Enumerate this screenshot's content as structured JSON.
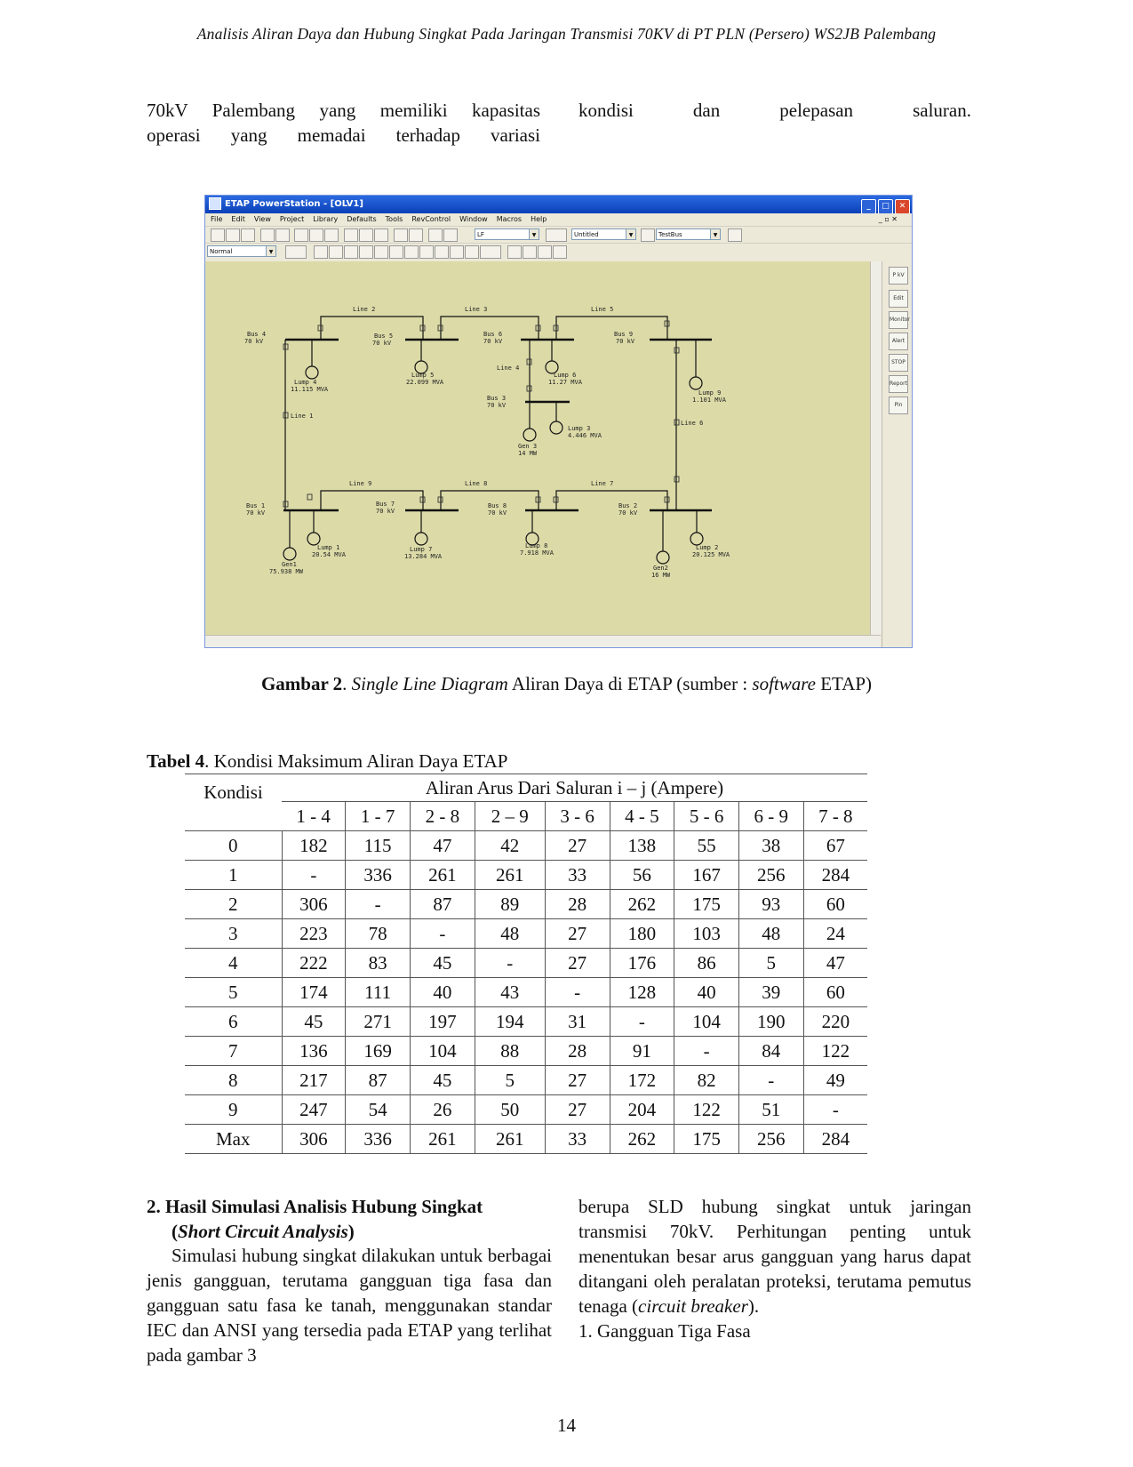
{
  "running_head": "Analisis Aliran Daya dan Hubung Singkat Pada Jaringan Transmisi 70KV di PT PLN (Persero) WS2JB Palembang",
  "intro_left_line1": "70kV Palembang yang memiliki kapasitas",
  "intro_left_line2": "operasi yang memadai terhadap variasi",
  "intro_right_line1": "kondisi dan pelepasan saluran.",
  "etap": {
    "title": "ETAP PowerStation - [OLV1]",
    "menu": [
      "File",
      "Edit",
      "View",
      "Project",
      "Library",
      "Defaults",
      "Tools",
      "RevControl",
      "Window",
      "Macros",
      "Help"
    ],
    "mode_select": "Normal",
    "combo_lf": "LF",
    "combo_untitled": "Untitled",
    "combo_testbus": "TestBus",
    "palette": [
      "P kV",
      "Edit",
      "Monitor",
      "Alert",
      "STOP",
      "Report",
      "Pin"
    ]
  },
  "sld": {
    "lines": [
      {
        "label": "Line 2"
      },
      {
        "label": "Line 3"
      },
      {
        "label": "Line 5"
      },
      {
        "label": "Line 4"
      },
      {
        "label": "Line 1"
      },
      {
        "label": "Line 6"
      },
      {
        "label": "Line 9"
      },
      {
        "label": "Line 8"
      },
      {
        "label": "Line 7"
      }
    ],
    "buses": [
      {
        "name": "Bus 4",
        "kv": "70 kV"
      },
      {
        "name": "Bus 5",
        "kv": "70 kV"
      },
      {
        "name": "Bus 6",
        "kv": "70 kV"
      },
      {
        "name": "Bus 9",
        "kv": "70 kV"
      },
      {
        "name": "Bus 3",
        "kv": "70 kV"
      },
      {
        "name": "Bus 1",
        "kv": "70 kV"
      },
      {
        "name": "Bus 7",
        "kv": "70 kV"
      },
      {
        "name": "Bus 8",
        "kv": "70 kV"
      },
      {
        "name": "Bus 2",
        "kv": "70 kV"
      }
    ],
    "loads": [
      {
        "name": "Lump 4",
        "val": "11.115 MVA"
      },
      {
        "name": "Lump 5",
        "val": "22.099 MVA"
      },
      {
        "name": "Lump 6",
        "val": "11.27 MVA"
      },
      {
        "name": "Lump 9",
        "val": "1.101 MVA"
      },
      {
        "name": "Lump 3",
        "val": "4.446 MVA"
      },
      {
        "name": "Lump 1",
        "val": "20.54 MVA"
      },
      {
        "name": "Lump 7",
        "val": "13.284 MVA"
      },
      {
        "name": "Lump 8",
        "val": "7.918 MVA"
      },
      {
        "name": "Lump 2",
        "val": "20.125 MVA"
      }
    ],
    "gens": [
      {
        "name": "Gen 3",
        "val": "14 MW"
      },
      {
        "name": "Gen1",
        "val": "75.938 MW"
      },
      {
        "name": "Gen2",
        "val": "16 MW"
      }
    ]
  },
  "figure_caption": {
    "label": "Gambar 2",
    "sep": ". ",
    "italic1": "Single Line Diagram",
    "mid": " Aliran Daya di ETAP (sumber : ",
    "italic2": "software",
    "end": " ETAP)"
  },
  "table_caption": {
    "label": "Tabel 4",
    "text": ". Kondisi Maksimum Aliran Daya ETAP"
  },
  "table": {
    "row_header": "Kondisi",
    "group_header": "Aliran Arus Dari Saluran i – j (Ampere)",
    "columns": [
      "1 - 4",
      "1 - 7",
      "2 - 8",
      "2 – 9",
      "3 - 6",
      "4 - 5",
      "5 - 6",
      "6 - 9",
      "7 - 8"
    ],
    "rows": [
      [
        "0",
        "182",
        "115",
        "47",
        "42",
        "27",
        "138",
        "55",
        "38",
        "67"
      ],
      [
        "1",
        "-",
        "336",
        "261",
        "261",
        "33",
        "56",
        "167",
        "256",
        "284"
      ],
      [
        "2",
        "306",
        "-",
        "87",
        "89",
        "28",
        "262",
        "175",
        "93",
        "60"
      ],
      [
        "3",
        "223",
        "78",
        "-",
        "48",
        "27",
        "180",
        "103",
        "48",
        "24"
      ],
      [
        "4",
        "222",
        "83",
        "45",
        "-",
        "27",
        "176",
        "86",
        "5",
        "47"
      ],
      [
        "5",
        "174",
        "111",
        "40",
        "43",
        "-",
        "128",
        "40",
        "39",
        "60"
      ],
      [
        "6",
        "45",
        "271",
        "197",
        "194",
        "31",
        "-",
        "104",
        "190",
        "220"
      ],
      [
        "7",
        "136",
        "169",
        "104",
        "88",
        "28",
        "91",
        "-",
        "84",
        "122"
      ],
      [
        "8",
        "217",
        "87",
        "45",
        "5",
        "27",
        "172",
        "82",
        "-",
        "49"
      ],
      [
        "9",
        "247",
        "54",
        "26",
        "50",
        "27",
        "204",
        "122",
        "51",
        "-"
      ],
      [
        "Max",
        "306",
        "336",
        "261",
        "261",
        "33",
        "262",
        "175",
        "256",
        "284"
      ]
    ]
  },
  "section2": {
    "heading_line1": "2. Hasil Simulasi Analisis Hubung Singkat",
    "heading_open": "(",
    "heading_italic": "Short Circuit Analysis",
    "heading_close": ")",
    "para_left": "Simulasi hubung singkat dilakukan untuk berbagai jenis gangguan, terutama gangguan tiga fasa dan gangguan satu fasa ke tanah, menggunakan standar IEC dan ANSI yang tersedia pada ETAP yang terlihat pada gambar 3",
    "para_right_1": "berupa SLD hubung singkat untuk jaringan transmisi 70kV. Perhitungan penting untuk menentukan besar arus gangguan yang harus dapat ditangani oleh peralatan proteksi, terutama pemutus tenaga (",
    "para_right_italic": "circuit breaker",
    "para_right_2": ").",
    "list_item": "1. Gangguan Tiga Fasa"
  },
  "page_number": "14"
}
